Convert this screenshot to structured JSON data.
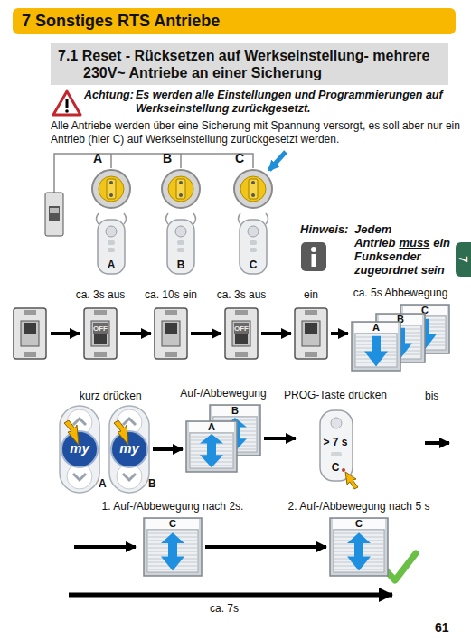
{
  "diagram": {
    "nodes": [
      {
        "text": [
          "7 Sonstiges RTS Antriebe"
        ]
      },
      {
        "text": [
          "7.1 Reset - Rücksetzen auf Werkseinstellung- mehrere 230V~ Antriebe an einer Sicherung"
        ]
      },
      {
        "text": [
          "A"
        ]
      },
      {
        "text": [
          "B"
        ]
      },
      {
        "text": [
          "C"
        ]
      },
      {
        "text": [
          "A"
        ]
      },
      {
        "text": [
          "B"
        ]
      },
      {
        "text": [
          "C"
        ]
      },
      {
        "text": [
          "7"
        ]
      },
      {
        "text": [
          "ca. 3s aus",
          "OFF"
        ]
      },
      {
        "text": [
          "ca. 10s ein"
        ]
      },
      {
        "text": [
          "ca. 3s aus",
          "OFF"
        ]
      },
      {
        "text": [
          "ein"
        ]
      },
      {
        "text": [
          "ca. 5s Abbewegung"
        ]
      },
      {
        "text": [
          "A"
        ],
        "in": 13
      },
      {
        "text": [
          "B"
        ],
        "in": 13
      },
      {
        "text": [
          "C"
        ],
        "in": 13
      },
      {
        "text": [
          "my",
          "A"
        ]
      },
      {
        "text": [
          "my",
          "B"
        ]
      },
      {
        "text": [
          "Auf-/Abbewegung"
        ]
      },
      {
        "text": [
          "A"
        ],
        "in": 19
      },
      {
        "text": [
          "B"
        ],
        "in": 19
      },
      {
        "text": [
          "PROG-Taste drücken",
          "> 7 s",
          "C"
        ]
      },
      {
        "text": [
          "1. Auf-/Abbewegung nach 2s.",
          "C"
        ]
      },
      {
        "text": [
          "2. Auf-/Abbewegung nach 5 s",
          "C"
        ]
      }
    ],
    "edges": [
      {
        "from": 9,
        "to": 10,
        "arrow": "to"
      },
      {
        "from": 10,
        "to": 11,
        "arrow": "to"
      },
      {
        "from": 11,
        "to": 12,
        "arrow": "to"
      },
      {
        "from": 12,
        "to": 13,
        "arrow": "to"
      },
      {
        "from": 18,
        "to": 19,
        "arrow": "to"
      },
      {
        "from": 19,
        "to": 22,
        "arrow": "to"
      },
      {
        "from": 23,
        "to": 24,
        "arrow": "to"
      }
    ],
    "labels": [
      "Achtung:",
      "Es werden alle Einstellungen und Programmierungen auf Werkseinstellung zurückgesetzt.",
      "Alle Antriebe werden über eine Sicherung mit Spannung versorgt, es soll aber nur ein Antrieb (hier C) auf Werkseinstellung zurückgesetzt werden.",
      "Hinweis:",
      "Jedem Antrieb",
      "muss",
      "ein Funksender zugeordnet sein",
      "kurz drücken",
      "bis",
      "ca. 7s",
      "61"
    ]
  }
}
